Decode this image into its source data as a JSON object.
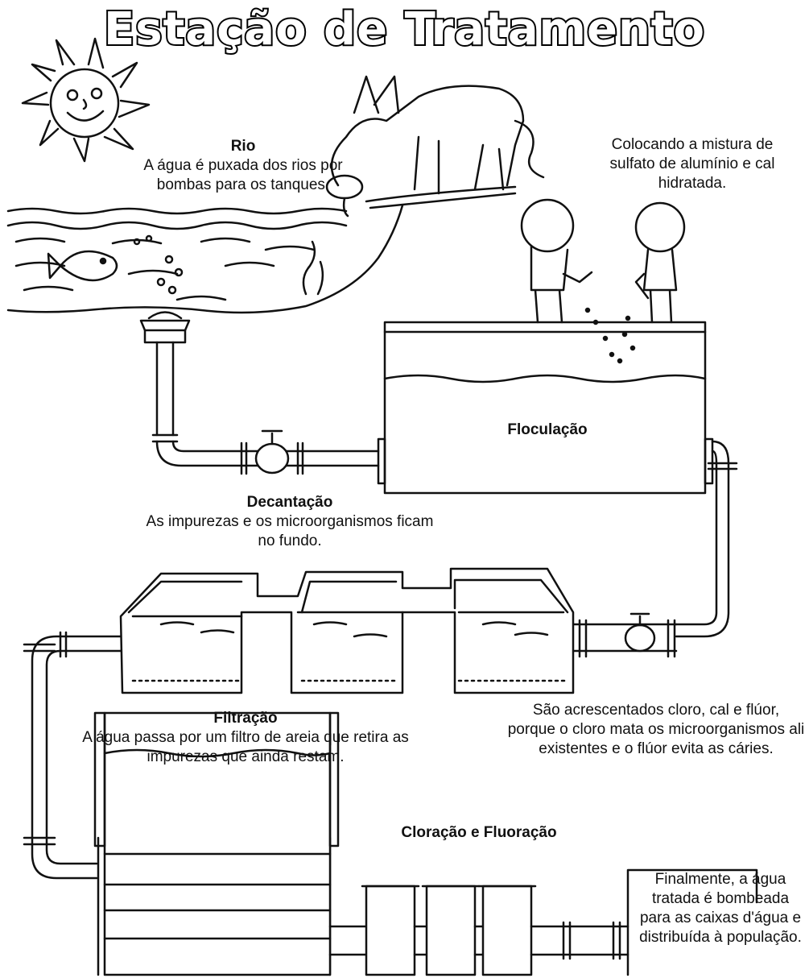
{
  "title": "Estação de Tratamento",
  "rio": {
    "heading": "Rio",
    "text": "A água é puxada dos rios por bombas para os tanques."
  },
  "mistura": {
    "text": "Colocando a mistura de sulfato de alumínio e cal hidratada."
  },
  "floculacao": {
    "label": "Floculação"
  },
  "decantacao": {
    "heading": "Decantação",
    "text": "As impurezas e os microorganismos ficam no fundo."
  },
  "filtracao": {
    "heading": "Filtração",
    "text": "A água passa por um filtro de areia que retira as impurezas que ainda restam."
  },
  "cloracao_info": {
    "text": "São acrescentados cloro, cal e flúor, porque o cloro mata os microorganismos ali existentes e o flúor evita as cáries."
  },
  "cloracao": {
    "label": "Cloração e Fluoração"
  },
  "final": {
    "text": "Finalmente, a água tratada é bombeada para as caixas d'água e distribuída à população."
  }
}
